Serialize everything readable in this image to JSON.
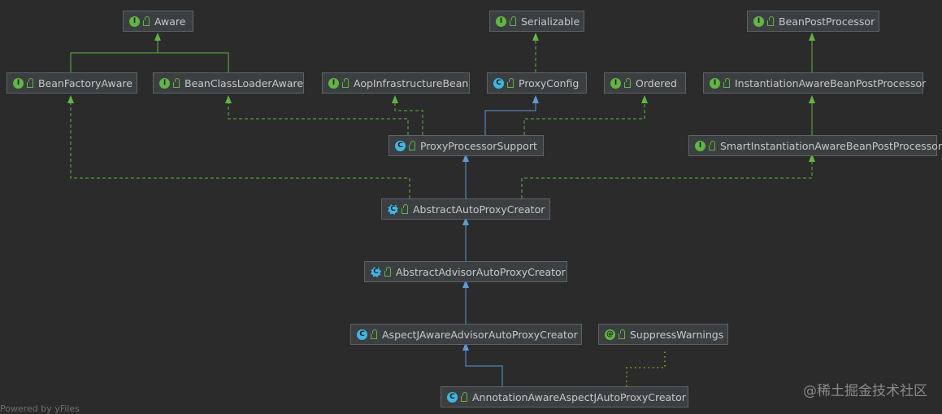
{
  "nodes": {
    "aware": {
      "label": "Aware",
      "kind": "I"
    },
    "serializable": {
      "label": "Serializable",
      "kind": "I"
    },
    "bean_post_processor": {
      "label": "BeanPostProcessor",
      "kind": "I"
    },
    "bean_factory_aware": {
      "label": "BeanFactoryAware",
      "kind": "I"
    },
    "bean_class_loader_aware": {
      "label": "BeanClassLoaderAware",
      "kind": "I"
    },
    "aop_infrastructure_bean": {
      "label": "AopInfrastructureBean",
      "kind": "I"
    },
    "proxy_config": {
      "label": "ProxyConfig",
      "kind": "C"
    },
    "ordered": {
      "label": "Ordered",
      "kind": "I"
    },
    "instantiation_aware_bpp": {
      "label": "InstantiationAwareBeanPostProcessor",
      "kind": "I"
    },
    "proxy_processor_support": {
      "label": "ProxyProcessorSupport",
      "kind": "C"
    },
    "smart_instantiation_aware_bpp": {
      "label": "SmartInstantiationAwareBeanPostProcessor",
      "kind": "I"
    },
    "abstract_auto_proxy_creator": {
      "label": "AbstractAutoProxyCreator",
      "kind": "C"
    },
    "abstract_advisor_auto_proxy_creator": {
      "label": "AbstractAdvisorAutoProxyCreator",
      "kind": "C"
    },
    "aspectj_aware_advisor_auto_proxy_creator": {
      "label": "AspectJAwareAdvisorAutoProxyCreator",
      "kind": "C"
    },
    "suppress_warnings": {
      "label": "SuppressWarnings",
      "kind": "@"
    },
    "annotation_aware_aspectj_auto_proxy_creator": {
      "label": "AnnotationAwareAspectJAutoProxyCreator",
      "kind": "C"
    }
  },
  "footer": "Powered by yFiles",
  "watermark": "@稀土掘金技术社区",
  "colors": {
    "background": "#2b2b2b",
    "node_fill": "#3c3f41",
    "interface_icon": "#62b543",
    "class_icon": "#40b6e0",
    "extends_edge": "#5b9bd5",
    "implements_edge": "#62b543",
    "annotation_edge": "#b5a300"
  }
}
